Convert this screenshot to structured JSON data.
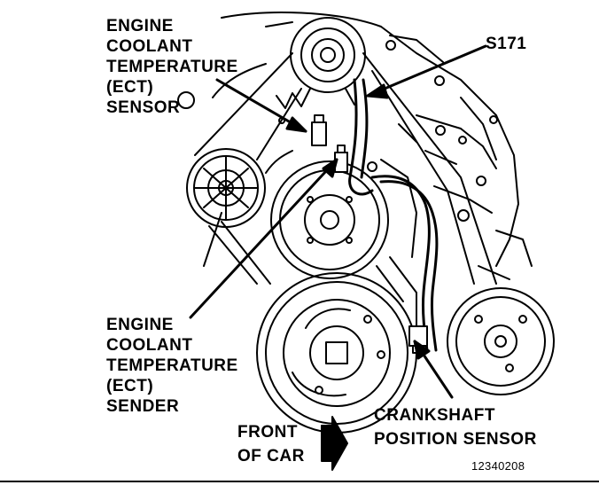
{
  "figure": {
    "ect_sensor_label": [
      "ENGINE",
      "COOLANT",
      "TEMPERATURE",
      "(ECT)",
      "SENSOR"
    ],
    "ect_sender_label": [
      "ENGINE",
      "COOLANT",
      "TEMPERATURE",
      "(ECT)",
      "SENDER"
    ],
    "splice_label": "S171",
    "front_label": [
      "FRONT",
      "OF CAR"
    ],
    "crank_label": [
      "CRANKSHAFT",
      "POSITION SENSOR"
    ],
    "figure_number": "12340208"
  },
  "colors": {
    "ink": "#000000",
    "paper": "#ffffff"
  }
}
